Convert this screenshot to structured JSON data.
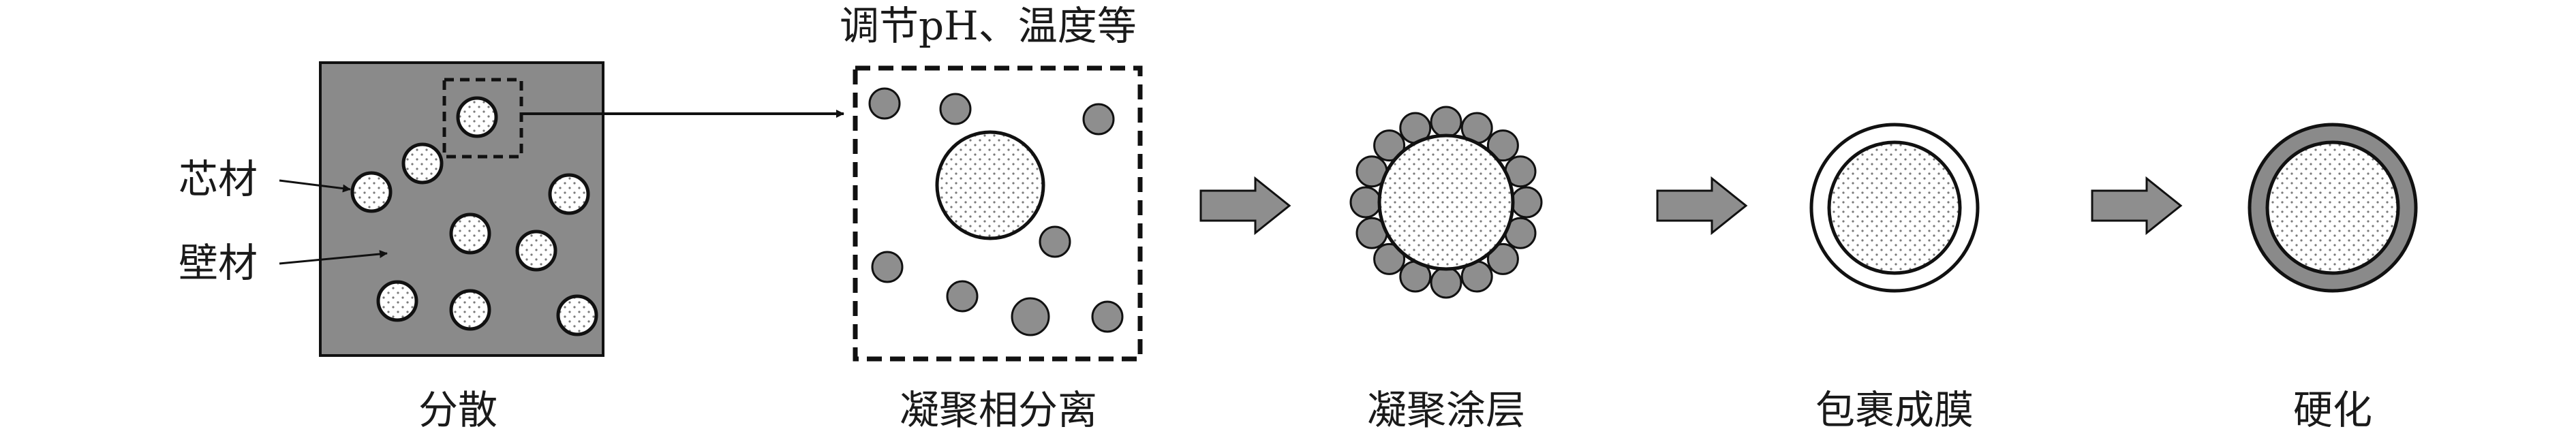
{
  "colors": {
    "wall": "#8a8a8a",
    "particle": "#8e8e8e",
    "core_fill": "#ffffff",
    "stroke": "#111111",
    "arrow_fill": "#8e8e8e",
    "dots": "#7a7a7a"
  },
  "labels": {
    "core_material": "芯材",
    "wall_material": "壁材",
    "condition": "调节pH、温度等"
  },
  "steps": [
    {
      "id": "dispersion",
      "caption": "分散"
    },
    {
      "id": "phase-separation",
      "caption": "凝聚相分离"
    },
    {
      "id": "coating",
      "caption": "凝聚涂层"
    },
    {
      "id": "film-forming",
      "caption": "包裹成膜"
    },
    {
      "id": "hardening",
      "caption": "硬化"
    }
  ],
  "icons": [
    "arrow-right-icon",
    "arrow-right-icon",
    "arrow-right-icon"
  ]
}
